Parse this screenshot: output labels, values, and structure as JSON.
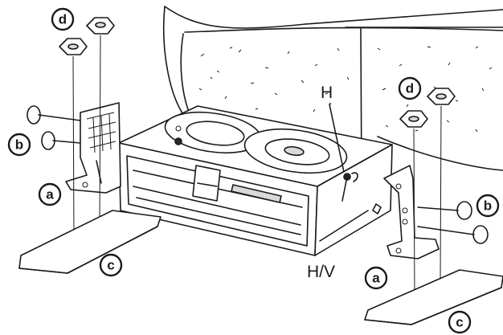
{
  "labels": {
    "bolt_nut": "d",
    "screw": "b",
    "bracket": "a",
    "plate": "c",
    "hook_h": "H",
    "hook_hv": "H/V"
  }
}
